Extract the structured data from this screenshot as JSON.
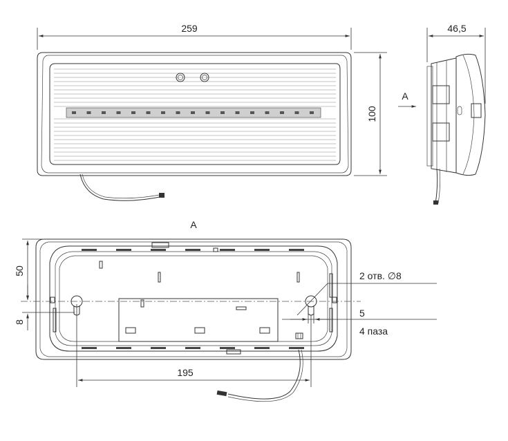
{
  "labels": {
    "width_front": "259",
    "depth_side": "46,5",
    "height_front": "100",
    "view_arrow": "A",
    "view_title": "A",
    "dim_50": "50",
    "dim_8": "8",
    "dim_195": "195",
    "dim_5": "5",
    "holes_note": "2 отв. ∅8",
    "slots_note": "4 паза"
  },
  "colors": {
    "line": "#333333",
    "fill_gray": "#cfcfcf",
    "background": "#ffffff"
  }
}
